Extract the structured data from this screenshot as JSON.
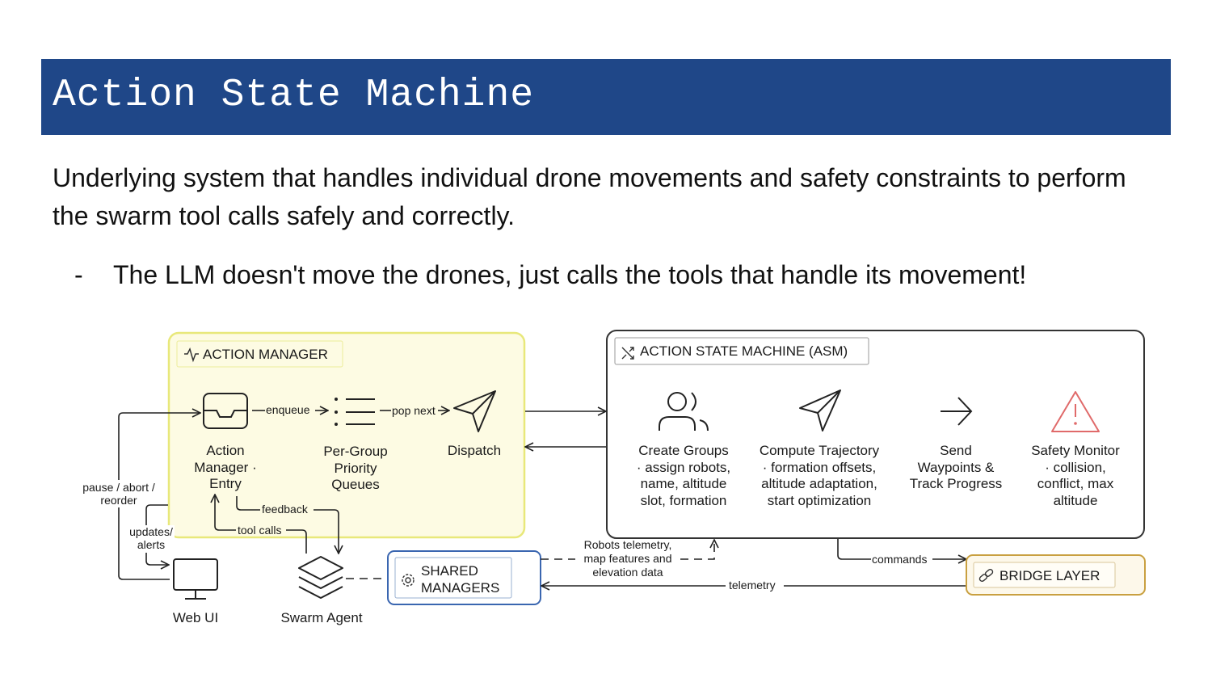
{
  "slide": {
    "title": "Action State Machine",
    "intro": "Underlying system that handles individual drone movements and safety constraints to perform the swarm tool calls safely and correctly.",
    "bullet_marker": "-",
    "bullet": "The LLM doesn't move the drones, just calls the tools that handle its movement!"
  },
  "diagram": {
    "action_manager": {
      "label": "ACTION MANAGER",
      "icon": "activity-icon",
      "fill": "#fdfbe3",
      "border": "#e8e87a",
      "entry": [
        "Action",
        "Manager ·",
        "Entry"
      ],
      "queues": [
        "Per-Group",
        "Priority",
        "Queues"
      ],
      "dispatch": "Dispatch"
    },
    "asm": {
      "label": "ACTION STATE MACHINE (ASM)",
      "icon": "shuffle-icon",
      "create_groups": [
        "Create Groups",
        "· assign robots,",
        "name, altitude",
        "slot, formation"
      ],
      "compute_trajectory": [
        "Compute Trajectory",
        "· formation offsets,",
        "altitude adaptation,",
        "start optimization"
      ],
      "send_waypoints": [
        "Send",
        "Waypoints &",
        "Track Progress"
      ],
      "safety_monitor": [
        "Safety Monitor",
        "· collision,",
        "conflict, max",
        "altitude"
      ]
    },
    "shared_managers": {
      "label": [
        "SHARED",
        "MANAGERS"
      ],
      "icon": "gear-icon",
      "border": "#3a66b0"
    },
    "bridge_layer": {
      "label": "BRIDGE LAYER",
      "icon": "link-icon",
      "border": "#c9a040",
      "fill": "#fdf8ea"
    },
    "web_ui": "Web UI",
    "swarm_agent": "Swarm Agent",
    "edges": {
      "enqueue": "enqueue",
      "pop_next": "pop next",
      "pause": [
        "pause / abort /",
        "reorder"
      ],
      "updates": [
        "updates/",
        "alerts"
      ],
      "feedback": "feedback",
      "tool_calls": "tool calls",
      "robots_telemetry": [
        "Robots telemetry,",
        "map features and",
        "elevation data"
      ],
      "commands": "commands",
      "telemetry": "telemetry"
    },
    "colors": {
      "warning": "#e06a6a",
      "stroke": "#222222"
    }
  }
}
